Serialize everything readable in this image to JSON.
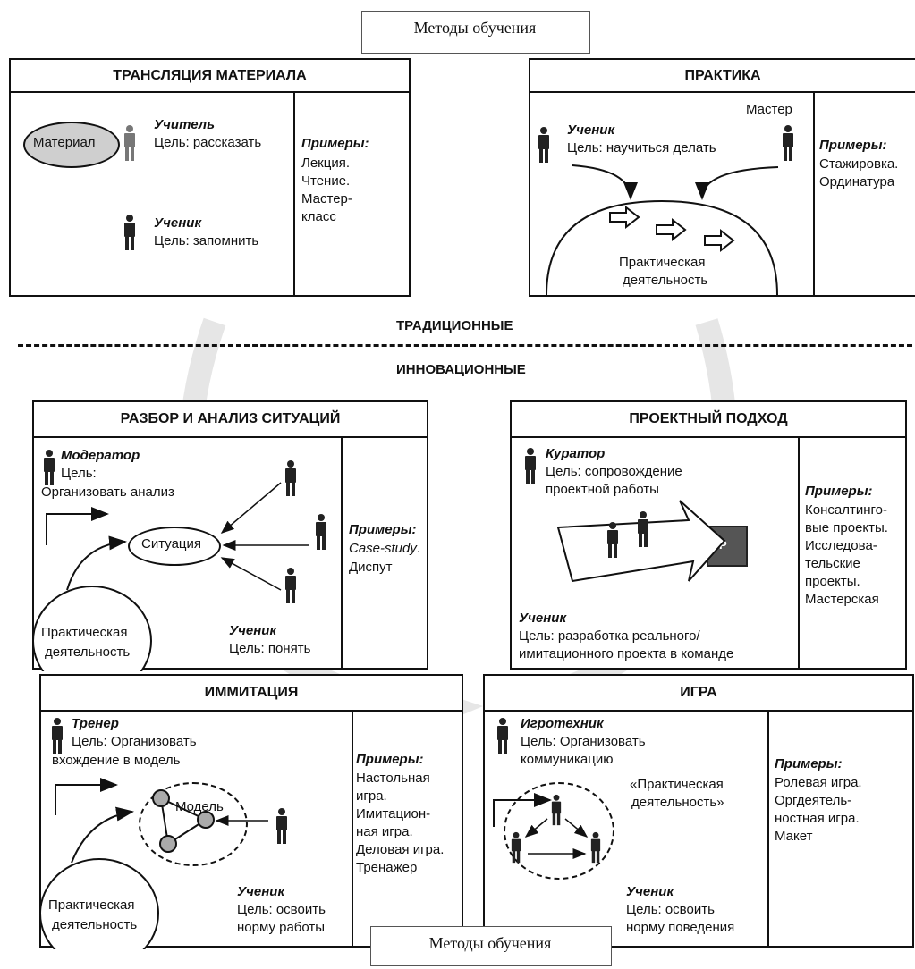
{
  "top_title": "Методы обучения",
  "bottom_title": "Методы обучения",
  "traditional": "ТРАДИЦИОННЫЕ",
  "innovative": "ИННОВАЦИОННЫЕ",
  "translation": {
    "title": "ТРАНСЛЯЦИЯ МАТЕРИАЛА",
    "material": "Материал",
    "teacher_role": "Учитель",
    "teacher_goal": "Цель: рассказать",
    "student_role": "Ученик",
    "student_goal": "Цель: запомнить",
    "examples_title": "Примеры:",
    "examples": [
      "Лекция.",
      "Чтение.",
      "Мастер-",
      "класс"
    ]
  },
  "practice": {
    "title": "ПРАКТИКА",
    "student_role": "Ученик",
    "student_goal": "Цель: научиться делать",
    "master": "Мастер",
    "activity": [
      "Практическая",
      "деятельность"
    ],
    "examples_title": "Примеры:",
    "examples": [
      "Стажировка.",
      "Ординатура"
    ]
  },
  "analysis": {
    "title": "РАЗБОР И АНАЛИЗ СИТУАЦИЙ",
    "moderator_role": "Модератор",
    "moderator_goal": [
      "Цель:",
      "Организовать анализ"
    ],
    "situation": "Ситуация",
    "activity": [
      "Практическая",
      "деятельность"
    ],
    "student_role": "Ученик",
    "student_goal": "Цель: понять",
    "examples_title": "Примеры:",
    "example_case": "Case-study",
    "example_case_dot": ".",
    "example_dispute": "Диспут"
  },
  "project": {
    "title": "ПРОЕКТНЫЙ ПОДХОД",
    "curator_role": "Куратор",
    "curator_goal": [
      "Цель: сопровождение",
      "проектной работы"
    ],
    "p_label": "P",
    "student_role": "Ученик",
    "student_goal": [
      "Цель: разработка реального/",
      "имитационного проекта в команде"
    ],
    "examples_title": "Примеры:",
    "examples": [
      "Консалтинго-",
      "вые проекты.",
      "Исследова-",
      "тельские",
      "проекты.",
      "Мастерская"
    ]
  },
  "imitation": {
    "title": "ИММИТАЦИЯ",
    "trainer_role": "Тренер",
    "trainer_goal": [
      "Цель: Организовать",
      "вхождение в модель"
    ],
    "model": "Модель",
    "activity": [
      "Практическая",
      "деятельность"
    ],
    "student_role": "Ученик",
    "student_goal": [
      "Цель: освоить",
      "норму работы"
    ],
    "examples_title": "Примеры:",
    "examples": [
      "Настольная",
      "игра.",
      "Имитацион-",
      "ная игра.",
      "Деловая игра.",
      "Тренажер"
    ]
  },
  "game": {
    "title": "ИГРА",
    "gametech_role": "Игротехник",
    "gametech_goal": [
      "Цель: Организовать",
      "коммуникацию"
    ],
    "activity": [
      "«Практическая",
      "деятельность»"
    ],
    "student_role": "Ученик",
    "student_goal": [
      "Цель: освоить",
      "норму поведения"
    ],
    "examples_title": "Примеры:",
    "examples": [
      "Ролевая игра.",
      "Оргдеятель-",
      "ностная игра.",
      "Макет"
    ]
  },
  "colors": {
    "line": "#111111",
    "gray_fill": "#c8c8c8",
    "arrow_bg": "#e4e4e4",
    "p_box": "#555555"
  }
}
